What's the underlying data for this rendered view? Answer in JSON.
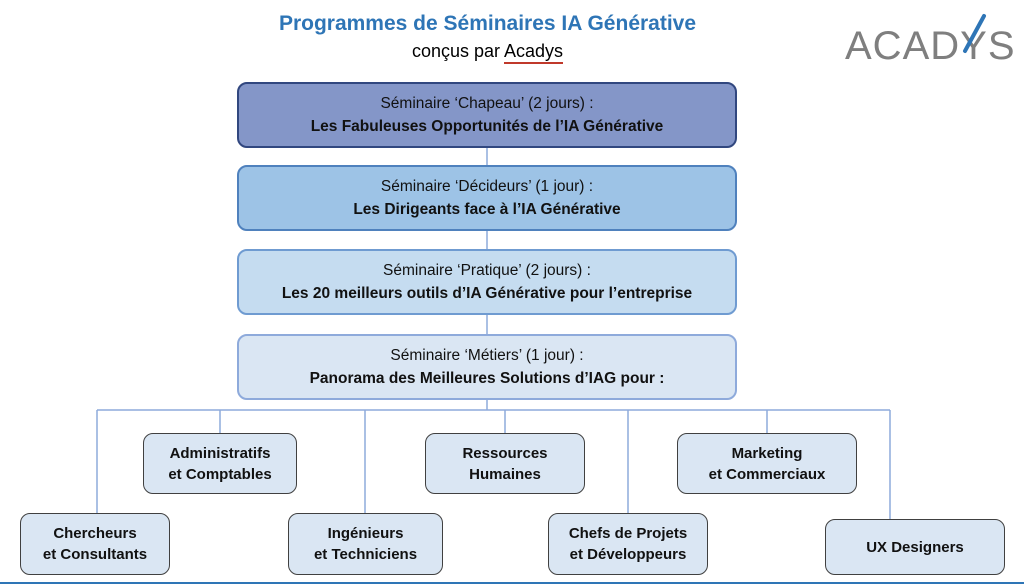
{
  "header": {
    "title": "Programmes de Séminaires IA Générative",
    "subtitle_prefix": "conçus par ",
    "subtitle_brand": "Acadys"
  },
  "logo": {
    "text": "ACADYS"
  },
  "seminars": [
    {
      "line1": "Séminaire ‘Chapeau’ (2 jours) :",
      "line2": "Les Fabuleuses Opportunités de l’IA Générative"
    },
    {
      "line1": "Séminaire ‘Décideurs’ (1 jour) :",
      "line2": "Les Dirigeants face à l’IA Générative"
    },
    {
      "line1": "Séminaire ‘Pratique’ (2 jours) :",
      "line2": "Les 20 meilleurs outils d’IA Générative pour l’entreprise"
    },
    {
      "line1": "Séminaire ‘Métiers’ (1 jour) :",
      "line2": "Panorama des Meilleures Solutions d’IAG pour :"
    }
  ],
  "audiences": [
    {
      "label": "Administratifs\net Comptables"
    },
    {
      "label": "Ressources\nHumaines"
    },
    {
      "label": "Marketing\net Commerciaux"
    },
    {
      "label": "Chercheurs\net Consultants"
    },
    {
      "label": "Ingénieurs\net Techniciens"
    },
    {
      "label": "Chefs de Projets\net Développeurs"
    },
    {
      "label": "UX Designers"
    }
  ],
  "colors": {
    "title_blue": "#2E75B6",
    "seminar1_fill": "#8496C8",
    "seminar2_fill": "#9DC3E6",
    "seminar3_fill": "#C5DCF0",
    "seminar4_fill": "#DAE6F3",
    "audience_fill": "#DAE6F3",
    "connector_blue": "#8EAADB",
    "logo_gray": "#7F7F7F",
    "brand_underline_red": "#C0392B"
  }
}
